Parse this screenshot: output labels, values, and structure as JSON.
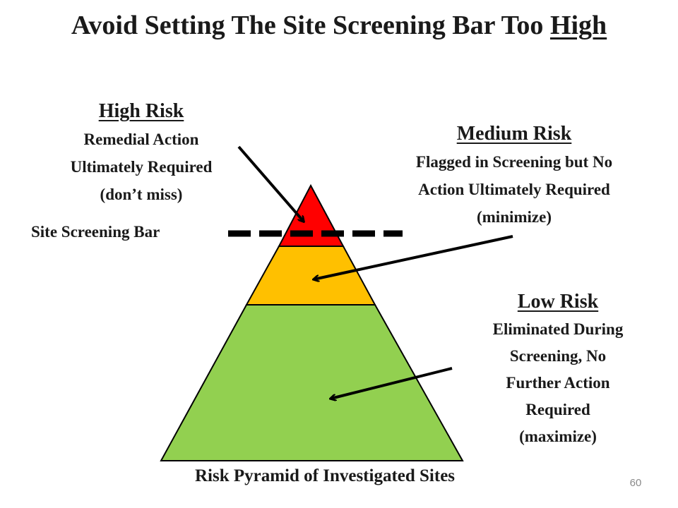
{
  "title": {
    "text": "Avoid Setting The Site Screening Bar Too",
    "highlight": "High"
  },
  "high_risk": {
    "heading": "High Risk",
    "lines": [
      "Remedial Action",
      "Ultimately Required",
      "(don’t miss)"
    ],
    "color": "#ff0000"
  },
  "medium_risk": {
    "heading": "Medium Risk",
    "lines": [
      "Flagged in Screening but No",
      "Action Ultimately Required",
      "(minimize)"
    ],
    "color": "#ffc000"
  },
  "low_risk": {
    "heading": "Low Risk",
    "lines": [
      "Eliminated During",
      "Screening, No",
      "Further Action",
      "Required",
      "(maximize)"
    ],
    "color": "#92d050"
  },
  "screening_bar": {
    "label": "Site Screening Bar",
    "style": "dashed"
  },
  "caption": "Risk Pyramid of Investigated Sites",
  "page_number": "60"
}
